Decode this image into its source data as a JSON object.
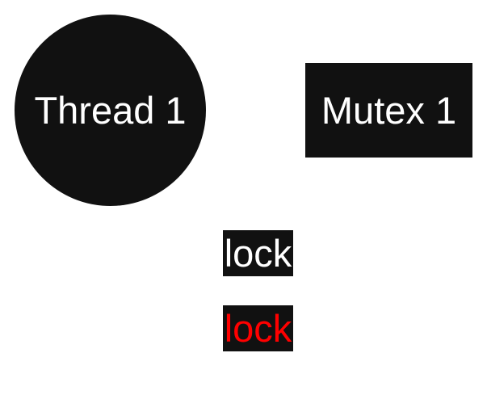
{
  "diagram": {
    "thread": {
      "label": "Thread 1",
      "shape": "circle"
    },
    "mutex": {
      "label": "Mutex 1",
      "shape": "rectangle"
    },
    "labels": [
      {
        "text": "lock",
        "color": "#ffffff"
      },
      {
        "text": "lock",
        "color": "#ff0000"
      }
    ]
  }
}
